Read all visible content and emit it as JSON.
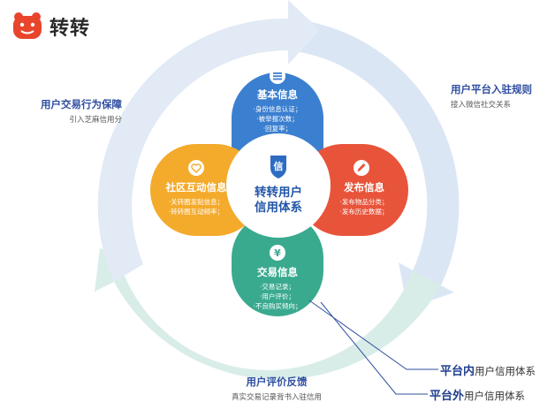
{
  "brand": {
    "name": "转转",
    "logo_icon": "bear-logo-icon",
    "color": "#e8452c"
  },
  "outer": {
    "top_right": {
      "title": "用户平台入驻规则",
      "sub": "接入微信社交关系"
    },
    "top_left": {
      "title": "用户交易行为保障",
      "sub": "引入芝麻信用分"
    },
    "bottom": {
      "title": "用户评价反馈",
      "sub": "真实交易记录背书入驻信用"
    }
  },
  "petals": {
    "top": {
      "title": "基本信息",
      "lines": [
        "·身份信息认证；",
        "·被举报次数；",
        "·回复率；"
      ],
      "icon": "list-icon",
      "color": "#3b7fd0"
    },
    "right": {
      "title": "发布信息",
      "lines": [
        "·发布物品分类；",
        "·发布历史数据；"
      ],
      "icon": "pencil-icon",
      "color": "#e8543a"
    },
    "left": {
      "title": "社区互动信息",
      "lines": [
        "·关转圈发贴信息；",
        "·转转圈互动频率；"
      ],
      "icon": "heart-icon",
      "color": "#f4aa2b"
    },
    "bottom": {
      "title": "交易信息",
      "lines": [
        "·交易记录；",
        "·用户评价；",
        "·不良购买倾向；"
      ],
      "icon": "yen-icon",
      "color": "#3aaa8f"
    }
  },
  "core": {
    "badge": "信",
    "line1": "转转用户",
    "line2": "信用体系",
    "icon": "shield-icon"
  },
  "legend": [
    {
      "bold": "平台内",
      "rest": "用户信用体系"
    },
    {
      "bold": "平台外",
      "rest": "用户信用体系"
    }
  ]
}
